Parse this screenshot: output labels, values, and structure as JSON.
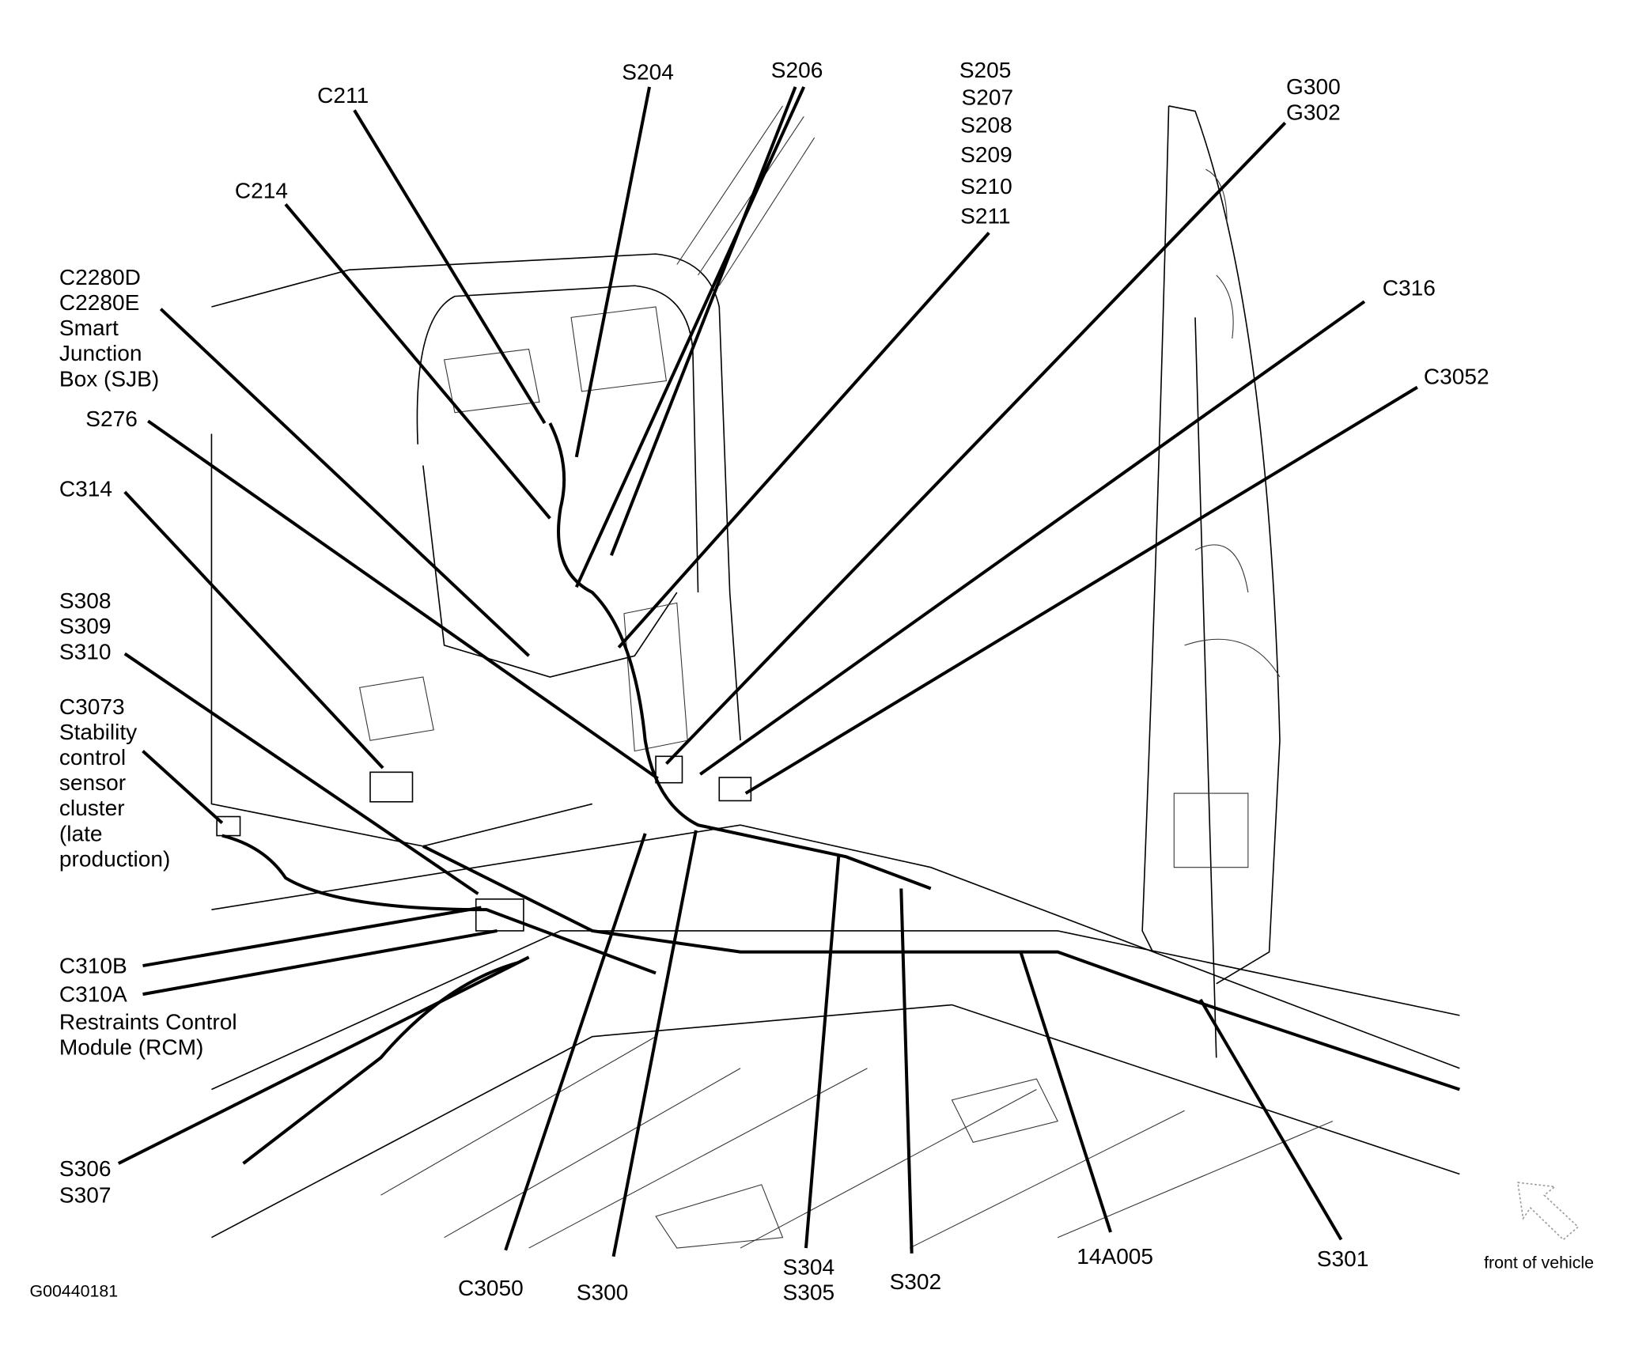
{
  "diagram": {
    "figure_id": "G00440181",
    "orientation_label": "front of vehicle",
    "orientation_icon": "arrow-up-left-icon",
    "labels": {
      "s204": "S204",
      "c211": "C211",
      "s206": "S206",
      "s205_group": [
        "S205",
        "S207",
        "S208",
        "S209",
        "S210",
        "S211"
      ],
      "g300_group": [
        "G300",
        "G302"
      ],
      "c316": "C316",
      "c3052": "C3052",
      "c214": "C214",
      "sjb_group": [
        "C2280D",
        "C2280E",
        "Smart",
        "Junction",
        "Box (SJB)"
      ],
      "s276": "S276",
      "c314": "C314",
      "s308_group": [
        "S308",
        "S309",
        "S310"
      ],
      "c3073_group": [
        "C3073",
        "Stability",
        "control",
        "sensor",
        "cluster",
        "(late",
        "production)"
      ],
      "c310b": "C310B",
      "c310a_group": [
        "C310A",
        "Restraints Control",
        "Module (RCM)"
      ],
      "s306_group": [
        "S306",
        "S307"
      ],
      "c3050": "C3050",
      "s300": "S300",
      "s304_group": [
        "S304",
        "S305"
      ],
      "s302": "S302",
      "a14a005": "14A005",
      "s301": "S301"
    }
  }
}
